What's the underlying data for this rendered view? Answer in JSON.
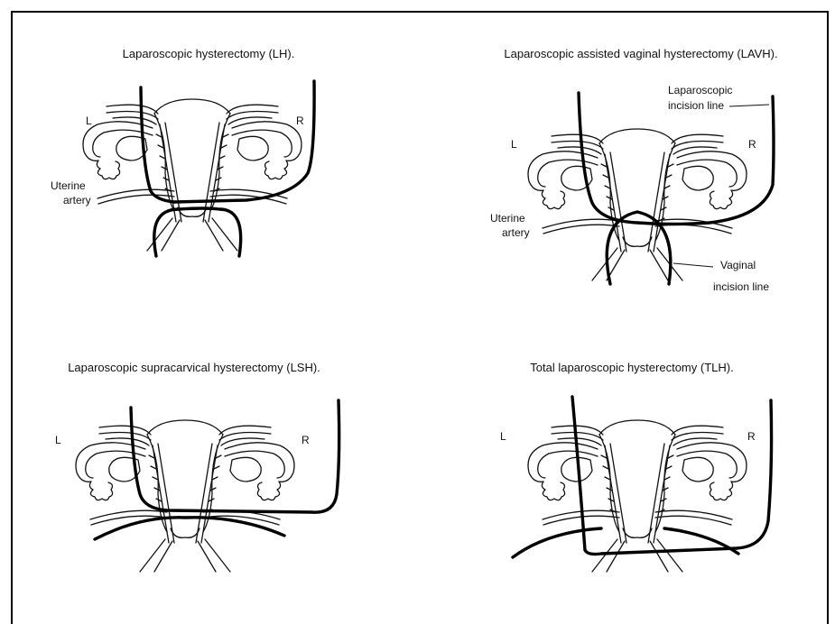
{
  "panels": [
    {
      "title": "Laparoscopic hysterectomy (LH).",
      "labels": {
        "left": "L",
        "right": "R",
        "artery_line1": "Uterine",
        "artery_line2": "artery"
      }
    },
    {
      "title": "Laparoscopic assisted vaginal hysterectomy (LAVH).",
      "labels": {
        "left": "L",
        "right": "R",
        "artery_line1": "Uterine",
        "artery_line2": "artery",
        "lap_line1": "Laparoscopic",
        "lap_line2": "incision line",
        "vag_line1": "Vaginal",
        "vag_line2": "incision line"
      }
    },
    {
      "title": "Laparoscopic supracarvical hysterectomy (LSH).",
      "labels": {
        "left": "L",
        "right": "R"
      }
    },
    {
      "title": "Total laparoscopic hysterectomy (TLH).",
      "labels": {
        "left": "L",
        "right": "R"
      }
    }
  ]
}
